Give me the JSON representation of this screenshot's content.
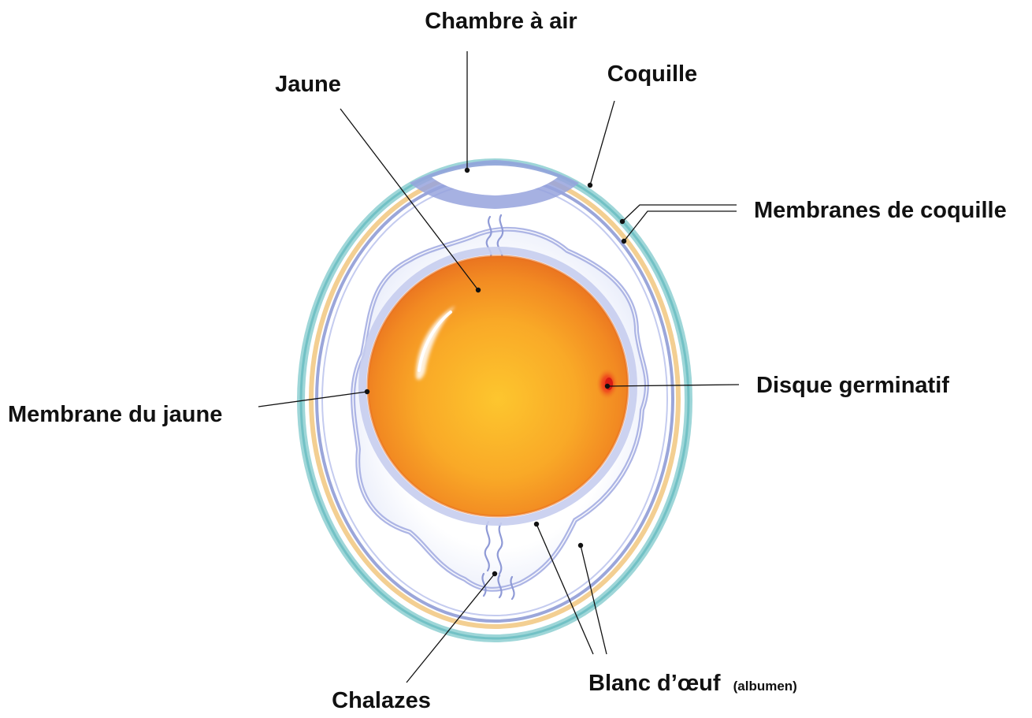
{
  "diagram": {
    "labels": {
      "chambre_a_air": "Chambre à air",
      "coquille": "Coquille",
      "jaune": "Jaune",
      "membranes_de_coquille": "Membranes de coquille",
      "disque_germinatif": "Disque germinatif",
      "membrane_du_jaune": "Membrane du jaune",
      "chalazes": "Chalazes",
      "blanc_d_oeuf": "Blanc d’œuf",
      "blanc_d_oeuf_note": "(albumen)"
    },
    "colors": {
      "shell": "#7fc8cc",
      "shell_membrane": "#f2c98a",
      "inner_membrane": "#8a97d4",
      "albumen_outline": "#b0b8e6",
      "yolk_center": "#fcc22e",
      "yolk_edge": "#ee7a1e",
      "germinal_disc": "#e8241a",
      "text": "#111111"
    }
  }
}
